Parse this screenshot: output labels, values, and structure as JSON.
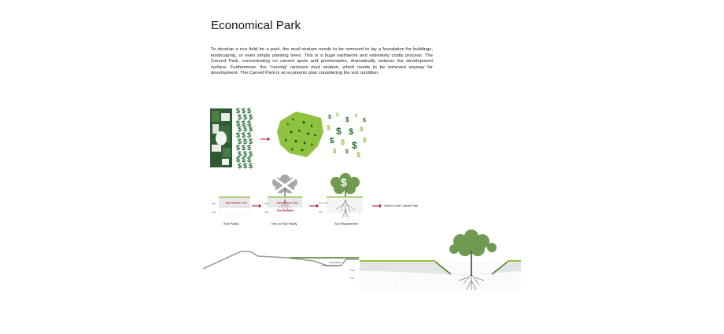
{
  "page": {
    "title": "Economical Park",
    "paragraph": "To develop a rice field for a park, the mud stratum needs to be removed to lay a foundation for buildings, landscaping, or even simply planting trees. This is a huge earthwork and extremely costly process. The Carved Park, concentrating on carved spots and promenades, dramatically reduces the development surface. Furthermore, the “carving” removes mud stratum, which needs to be removed anyway for development. The Carved Park is an economic plan considering the soil condition."
  },
  "diagram": {
    "money_symbol": "$",
    "steps": [
      {
        "caption": "Rice Paddy"
      },
      {
        "caption": "Tree on Rice Paddy"
      },
      {
        "caption": "Soil Replacement"
      }
    ],
    "result_label": "Green in the Carved Park",
    "tags": {
      "mud_depth": "Mud Stratum 3~5m",
      "not_suitable": "Not Suitable",
      "mud": "Mud",
      "soil": "Soil",
      "new_soil": "New Soil"
    }
  },
  "colors": {
    "green_light": "#8fc23f",
    "green_dark": "#1f6b2e",
    "red": "#b3122a",
    "tree": "#6f9a52"
  }
}
